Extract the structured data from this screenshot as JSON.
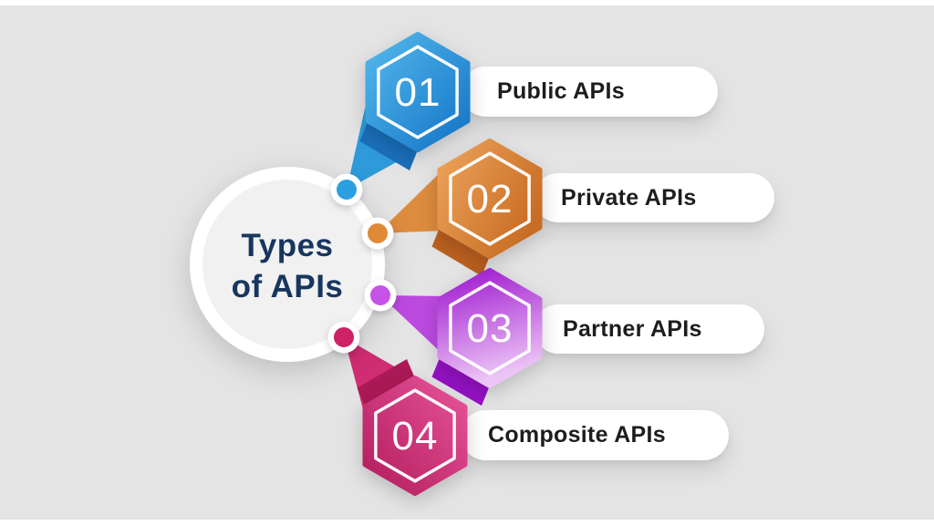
{
  "title": {
    "line1": "Types",
    "line2": "of APIs",
    "color": "#17365f"
  },
  "items": [
    {
      "number": "01",
      "label": "Public APIs",
      "grad_from": "#55b9ec",
      "grad_to": "#1273c6",
      "tail": "#2f9ad9",
      "fold": "#1a6fba",
      "dot": "#2b9fe0"
    },
    {
      "number": "02",
      "label": "Private APIs",
      "grad_from": "#eda45c",
      "grad_to": "#c96d24",
      "tail": "#dd8c3e",
      "fold": "#bc6120",
      "dot": "#e08a38"
    },
    {
      "number": "03",
      "label": "Partner APIs",
      "grad_from": "#9c13ce",
      "grad_to": "#ecc4f6",
      "tail": "#bc4ae0",
      "fold": "#9512c4",
      "dot": "#c553e8"
    },
    {
      "number": "04",
      "label": "Composite APIs",
      "grad_from": "#e8549a",
      "grad_to": "#b01c5b",
      "tail": "#d02d72",
      "fold": "#ab1a56",
      "dot": "#cd2168"
    }
  ],
  "colors": {
    "background": "#e4e4e5",
    "frame": "#ffffff",
    "hub_ring": "#ffffff",
    "hub_fill": "#f1f1f2",
    "pill_background": "#ffffff",
    "pill_text": "#1d1d1d",
    "number_text": "#ffffff"
  }
}
